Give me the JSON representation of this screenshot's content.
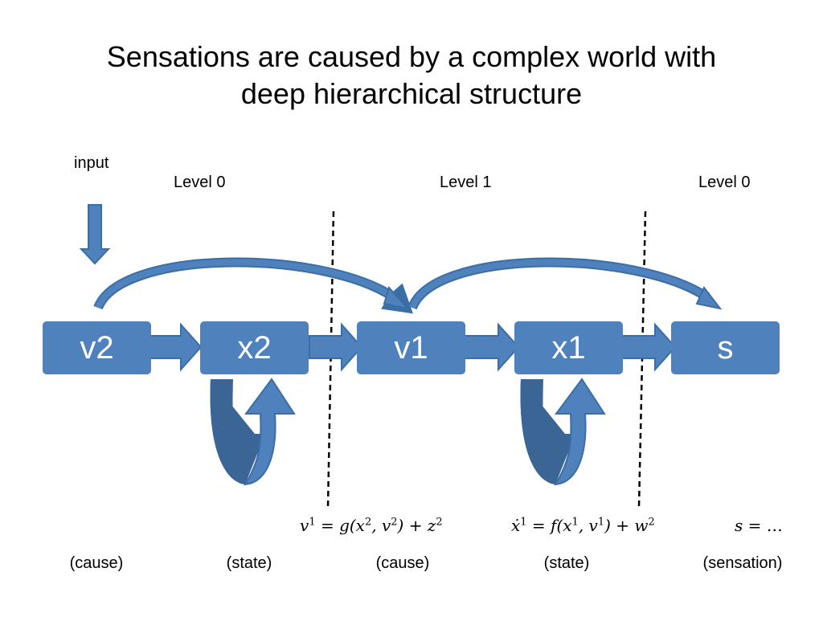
{
  "title": {
    "line1": "Sensations are caused by a complex world with",
    "line2": "deep hierarchical structure"
  },
  "input_label": "input",
  "level_labels": [
    "Level 0",
    "Level 1",
    "Level 0"
  ],
  "nodes": [
    "v2",
    "x2",
    "v1",
    "x1",
    "s"
  ],
  "equations": {
    "v1": {
      "lhs": "v",
      "lhs_sup": "1",
      "eq": " = g(x",
      "a_sup": "2",
      "mid": ", v",
      "b_sup": "2",
      "tail": ") + z",
      "t_sup": "2"
    },
    "x1": {
      "lhs": "ẋ",
      "lhs_sup": "1",
      "eq": " = f(x",
      "a_sup": "1",
      "mid": ", v",
      "b_sup": "1",
      "tail": ") + w",
      "t_sup": "2"
    },
    "s": {
      "text": "s =  …"
    }
  },
  "roles": [
    "(cause)",
    "(state)",
    "(cause)",
    "(state)",
    "(sensation)"
  ],
  "colors": {
    "box": "#4f81bd",
    "arrow_fill": "#4f81bd",
    "arrow_stroke": "#3a6ea5",
    "loop_dark": "#3b6595"
  }
}
